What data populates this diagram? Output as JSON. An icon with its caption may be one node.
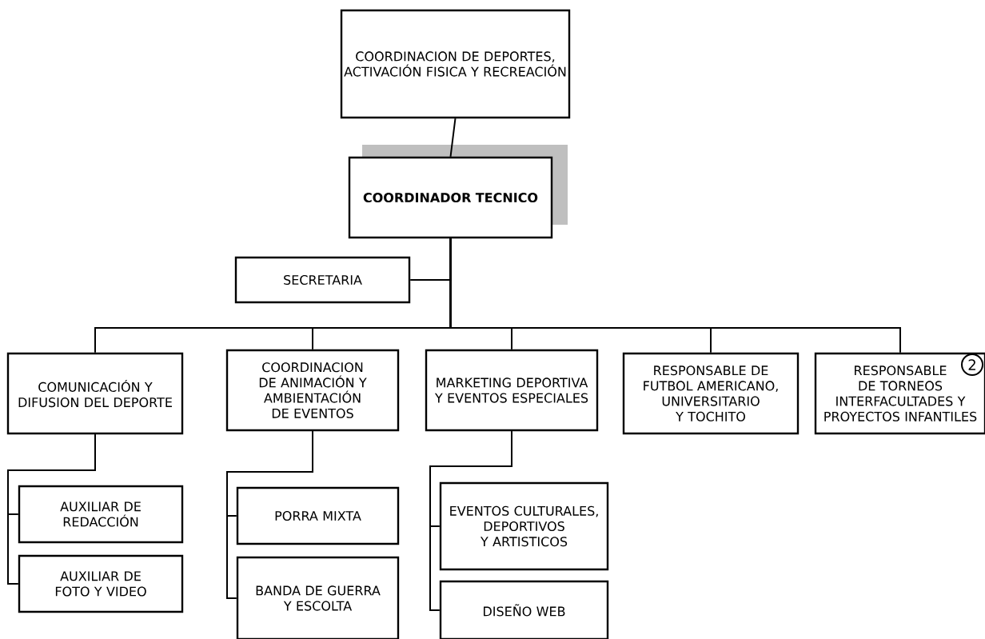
{
  "diagram": {
    "nodes": [
      {
        "text": [
          "COORDINACION DE DEPORTES, ACTIVACIÓN FISICA Y RECREACIÓN"
        ]
      },
      {
        "text": [
          "COORDINADOR TECNICO"
        ]
      },
      {
        "text": [
          "SECRETARIA"
        ]
      },
      {
        "text": [
          "COMUNICACIÓN Y DIFUSION DEL DEPORTE"
        ]
      },
      {
        "text": [
          "COORDINACION DE ANIMACIÓN Y AMBIENTACIÓN DE EVENTOS"
        ]
      },
      {
        "text": [
          "MARKETING DEPORTIVA Y EVENTOS ESPECIALES"
        ]
      },
      {
        "text": [
          "RESPONSABLE DE FUTBOL AMERICANO, UNIVERSITARIO Y TOCHITO"
        ]
      },
      {
        "text": [
          "RESPONSABLE DE TORNEOS INTERFACULTADES Y PROYECTOS INFANTILES"
        ]
      },
      {
        "text": [
          "AUXILIAR DE REDACCIÓN"
        ]
      },
      {
        "text": [
          "AUXILIAR DE FOTO Y VIDEO"
        ]
      },
      {
        "text": [
          "PORRA MIXTA"
        ]
      },
      {
        "text": [
          "BANDA DE GUERRA Y ESCOLTA"
        ]
      },
      {
        "text": [
          "EVENTOS CULTURALES, DEPORTIVOS Y ARTISTICOS"
        ]
      },
      {
        "text": [
          "DISEÑO WEB"
        ]
      }
    ],
    "edges": [
      {
        "from": 0,
        "to": 1,
        "arrow": "none"
      },
      {
        "from": 1,
        "to": 2,
        "arrow": "none"
      },
      {
        "from": 1,
        "to": 3,
        "arrow": "none"
      },
      {
        "from": 1,
        "to": 4,
        "arrow": "none"
      },
      {
        "from": 1,
        "to": 5,
        "arrow": "none"
      },
      {
        "from": 1,
        "to": 6,
        "arrow": "none"
      },
      {
        "from": 1,
        "to": 7,
        "arrow": "none"
      },
      {
        "from": 3,
        "to": 8,
        "arrow": "none"
      },
      {
        "from": 3,
        "to": 9,
        "arrow": "none"
      },
      {
        "from": 4,
        "to": 10,
        "arrow": "none"
      },
      {
        "from": 4,
        "to": 11,
        "arrow": "none"
      },
      {
        "from": 5,
        "to": 12,
        "arrow": "none"
      },
      {
        "from": 5,
        "to": 13,
        "arrow": "none"
      }
    ],
    "labels": [
      "2"
    ]
  }
}
